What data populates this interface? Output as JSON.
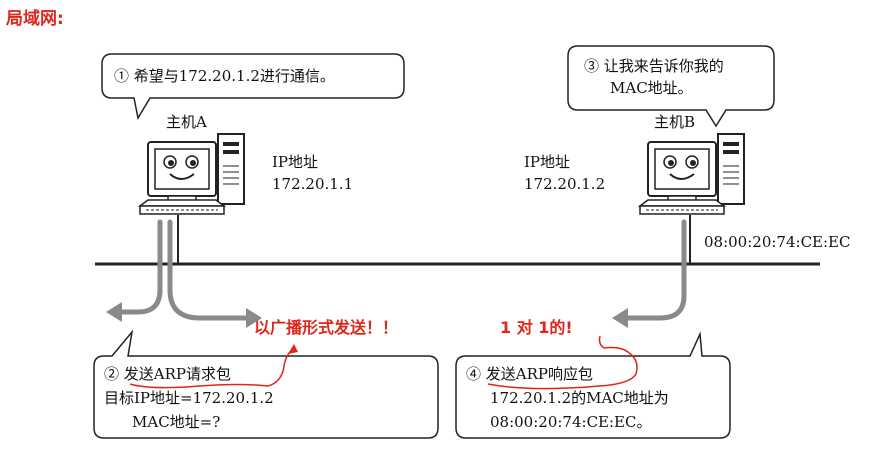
{
  "title": "局域网:",
  "host_a": {
    "name": "主机A",
    "ip_label": "IP地址",
    "ip": "172.20.1.1"
  },
  "host_b": {
    "name": "主机B",
    "ip_label": "IP地址",
    "ip": "172.20.1.2",
    "mac": "08:00:20:74:CE:EC"
  },
  "bubbles": {
    "step1": "① 希望与172.20.1.2进行通信。",
    "step3_line1": "③ 让我来告诉你我的",
    "step3_line2": "MAC地址。",
    "step2_line1": "② 发送ARP请求包",
    "step2_line2": "目标IP地址=172.20.1.2",
    "step2_line3": "MAC地址=?",
    "step4_line1": "④ 发送ARP响应包",
    "step4_line2": "172.20.1.2的MAC地址为",
    "step4_line3": "08:00:20:74:CE:EC。"
  },
  "annotations": {
    "broadcast": "以广播形式发送！！",
    "unicast": "1 对 1的!"
  },
  "colors": {
    "annotation": "#e0261b",
    "line": "#222222",
    "arrow": "#8a8a8a"
  }
}
